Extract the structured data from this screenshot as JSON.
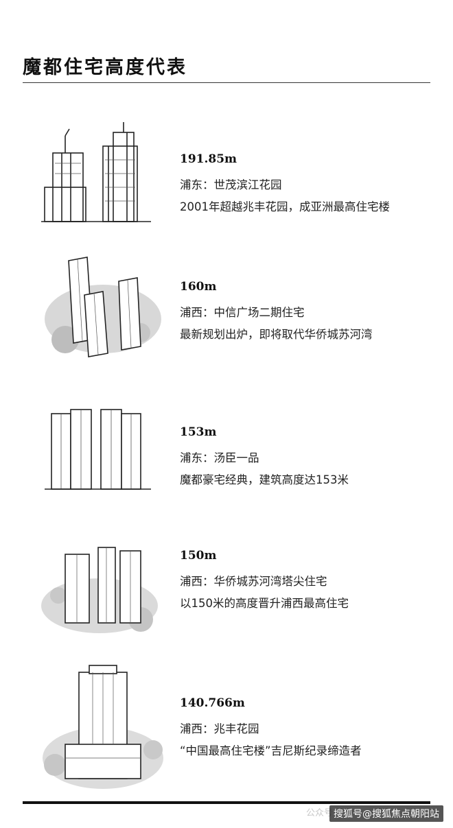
{
  "title": "魔都住宅高度代表",
  "entries": [
    {
      "height": "191.85m",
      "location": "浦东：世茂滨江花园",
      "description": "2001年超越兆丰花园，成亚洲最高住宅楼"
    },
    {
      "height": "160m",
      "location": "浦西：中信广场二期住宅",
      "description": "最新规划出炉，即将取代华侨城苏河湾"
    },
    {
      "height": "153m",
      "location": "浦东：汤臣一品",
      "description": "魔都豪宅经典，建筑高度达153米"
    },
    {
      "height": "150m",
      "location": "浦西：华侨城苏河湾塔尖住宅",
      "description": "以150米的高度晋升浦西最高住宅"
    },
    {
      "height": "140.766m",
      "location": "浦西：兆丰花园",
      "description": "“中国最高住宅楼”吉尼斯纪录缔造者"
    }
  ],
  "footer": {
    "watermark": "搜狐号@搜狐焦点朝阳站",
    "faint": "公众号"
  }
}
